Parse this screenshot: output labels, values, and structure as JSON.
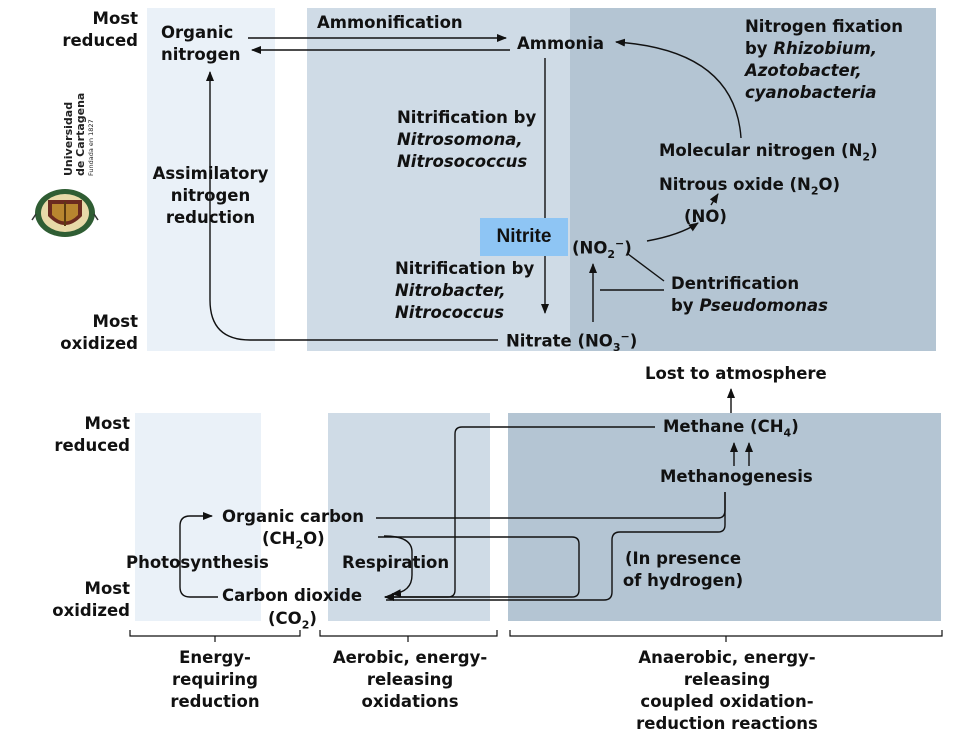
{
  "colors": {
    "band_light": "#eaf1f8",
    "band_mid": "#cfdbe6",
    "band_dark": "#b4c5d3",
    "nitrite_box": "#8ec5f4",
    "arrow": "#111111"
  },
  "logo": {
    "line1": "Universidad",
    "line2": "de Cartagena",
    "line3": "Fundada en 1827",
    "icon": "crest-icon"
  },
  "nitrogen": {
    "most_reduced": [
      "Most",
      "reduced"
    ],
    "most_oxidized": [
      "Most",
      "oxidized"
    ],
    "organic_nitrogen": [
      "Organic",
      "nitrogen"
    ],
    "ammonification": "Ammonification",
    "ammonia": "Ammonia",
    "nitrogen_fixation": [
      "Nitrogen fixation",
      "by ",
      "Rhizobium,",
      "Azotobacter,",
      "cyanobacteria"
    ],
    "nitrification1": [
      "Nitrification by",
      "Nitrosomona,",
      "Nitrosococcus"
    ],
    "nitrification2": [
      "Nitrification by",
      "Nitrobacter,",
      "Nitrococcus"
    ],
    "assimilatory": [
      "Assimilatory",
      "nitrogen",
      "reduction"
    ],
    "molecular_nitrogen": "Molecular nitrogen (N",
    "molecular_nitrogen_sub": "2",
    "nitrous_oxide": "Nitrous oxide (N",
    "nitrous_oxide_sub": "2",
    "nitrous_oxide_end": "O)",
    "no": "(NO)",
    "nitrite_label": "Nitrite",
    "no2": "(NO",
    "no2_sub": "2",
    "no2_sup": "−",
    "dentrification": [
      "Dentrification",
      "by ",
      "Pseudomonas"
    ],
    "nitrate": "Nitrate (NO",
    "nitrate_sub": "3",
    "nitrate_sup": "−",
    "lost": "Lost to atmosphere"
  },
  "carbon": {
    "most_reduced": [
      "Most",
      "reduced"
    ],
    "most_oxidized": [
      "Most",
      "oxidized"
    ],
    "methane": "Methane (CH",
    "methane_sub": "4",
    "methanogenesis": "Methanogenesis",
    "organic_carbon": "Organic carbon",
    "ch2o": "(CH",
    "ch2o_sub": "2",
    "ch2o_end": "O)",
    "photosynthesis": "Photosynthesis",
    "respiration": "Respiration",
    "in_presence": [
      "(In presence",
      "of hydrogen)"
    ],
    "carbon_dioxide": "Carbon dioxide",
    "co2": "(CO",
    "co2_sub": "2"
  },
  "footer": {
    "energy_requiring": [
      "Energy-",
      "requiring",
      "reduction"
    ],
    "aerobic": [
      "Aerobic, energy-",
      "releasing",
      "oxidations"
    ],
    "anaerobic": [
      "Anaerobic, energy-releasing",
      "coupled oxidation-",
      "reduction reactions"
    ]
  }
}
